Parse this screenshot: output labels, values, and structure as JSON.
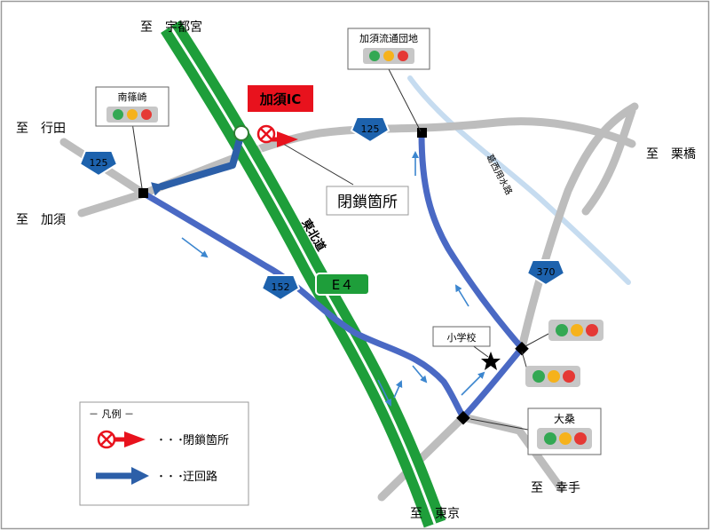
{
  "colors": {
    "road_gray": "#bdbdbd",
    "expressway_green": "#1e9e3a",
    "detour_blue": "#4a69c4",
    "canal_lightblue": "#c6dcf0",
    "closure_red": "#e8121d",
    "route_shield_blue": "#1d62ad",
    "signal_green": "#33a853",
    "signal_yellow": "#f6b21b",
    "signal_red": "#e53935"
  },
  "destinations": {
    "utsunomiya": "至　宇都宮",
    "gyoda": "至　行田",
    "kazo": "至　加須",
    "kurihashi": "至　栗橋",
    "satte": "至　幸手",
    "tokyo": "至　東京"
  },
  "labels": {
    "kazo_ic": "加須IC",
    "closure": "閉鎖箇所",
    "tohoku_expressway": "東北道",
    "e4": "E４",
    "canal": "葛西用水路",
    "school": "小学校"
  },
  "intersections": {
    "minami_shinozaki": "南篠崎",
    "kazo_ryutsu": "加須流通団地",
    "ohkuwa": "大桑"
  },
  "route_numbers": {
    "r125_west": "125",
    "r125_east": "125",
    "r152": "152",
    "r370": "370"
  },
  "legend": {
    "title": "－ 凡例 －",
    "closure_label": "閉鎖箇所",
    "detour_label": "迂回路",
    "dots": "・・・"
  },
  "icons": [
    "closure-x-icon",
    "detour-arrow-icon",
    "traffic-signal-icon",
    "school-star-icon",
    "route-shield-icon"
  ]
}
